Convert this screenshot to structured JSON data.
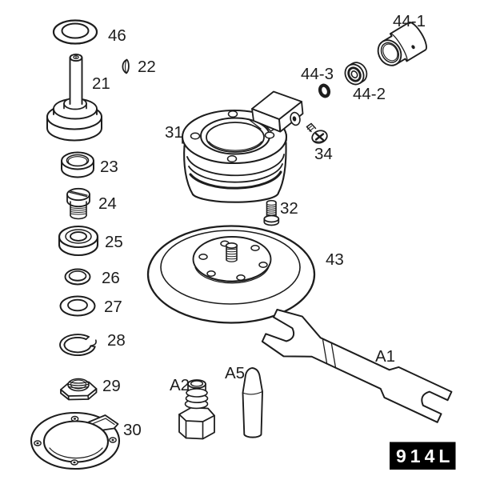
{
  "figure": {
    "kind": "exploded-parts-diagram",
    "colors": {
      "background": "#ffffff",
      "line": "#1d1d1d",
      "badge_bg": "#000000",
      "badge_fg": "#ffffff"
    },
    "badge": {
      "text": "914L"
    },
    "labels": {
      "p46": "46",
      "p22": "22",
      "p21": "21",
      "p23": "23",
      "p24": "24",
      "p25": "25",
      "p26": "26",
      "p27": "27",
      "p28": "28",
      "p29": "29",
      "p30": "30",
      "p31": "31",
      "p32": "32",
      "p34": "34",
      "p43": "43",
      "p44_1": "44-1",
      "p44_2": "44-2",
      "p44_3": "44-3",
      "a1": "A1",
      "a2": "A2",
      "a5": "A5"
    }
  }
}
